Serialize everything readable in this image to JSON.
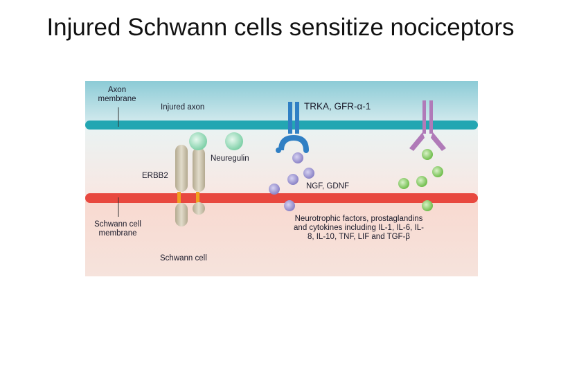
{
  "page": {
    "title": "Injured Schwann cells sensitize nociceptors"
  },
  "diagram": {
    "colors": {
      "axon_region": "#9fd3dc",
      "axon_membrane": "#23a6b2",
      "schwann_membrane": "#e8483f",
      "schwann_region": "#f7d6cd",
      "erbb2_receptor": "#c9bfa8",
      "neuregulin": "#9fdcc0",
      "trka_receptor": "#2f7fc4",
      "ngf_gdnf": "#9e97d1",
      "purple_receptor": "#b07ab8",
      "cytokine": "#8fcf6f",
      "linker": "#f0a020"
    },
    "labels": {
      "axon_membrane": "Axon membrane",
      "injured_axon": "Injured axon",
      "trka": "TRKA, GFR-α-1",
      "neuregulin": "Neuregulin",
      "erbb2": "ERBB2",
      "ngf_gdnf": "NGF, GDNF",
      "schwann_membrane": "Schwann cell membrane",
      "schwann_cell": "Schwann cell",
      "neurotrophic": "Neurotrophic factors, prostaglandins and cytokines including IL-1, IL-6, IL-8, IL-10, TNF, LIF and TGF-β"
    }
  }
}
